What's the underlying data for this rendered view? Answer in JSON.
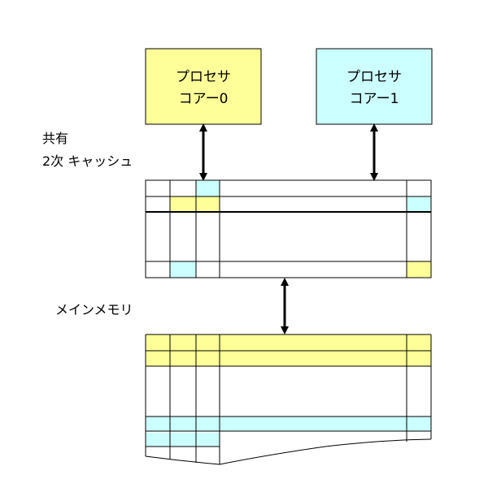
{
  "cores": [
    {
      "line1": "プロセサ",
      "line2": "コアー0",
      "color": "#ffff99"
    },
    {
      "line1": "プロセサ",
      "line2": "コアー1",
      "color": "#ccffff"
    }
  ],
  "cache_label": {
    "line1": "共有",
    "line2": "2次 キャッシュ"
  },
  "memory_label": "メインメモリ",
  "colors": {
    "yellow": "#ffff99",
    "cyan": "#ccffff",
    "line": "#000000"
  }
}
